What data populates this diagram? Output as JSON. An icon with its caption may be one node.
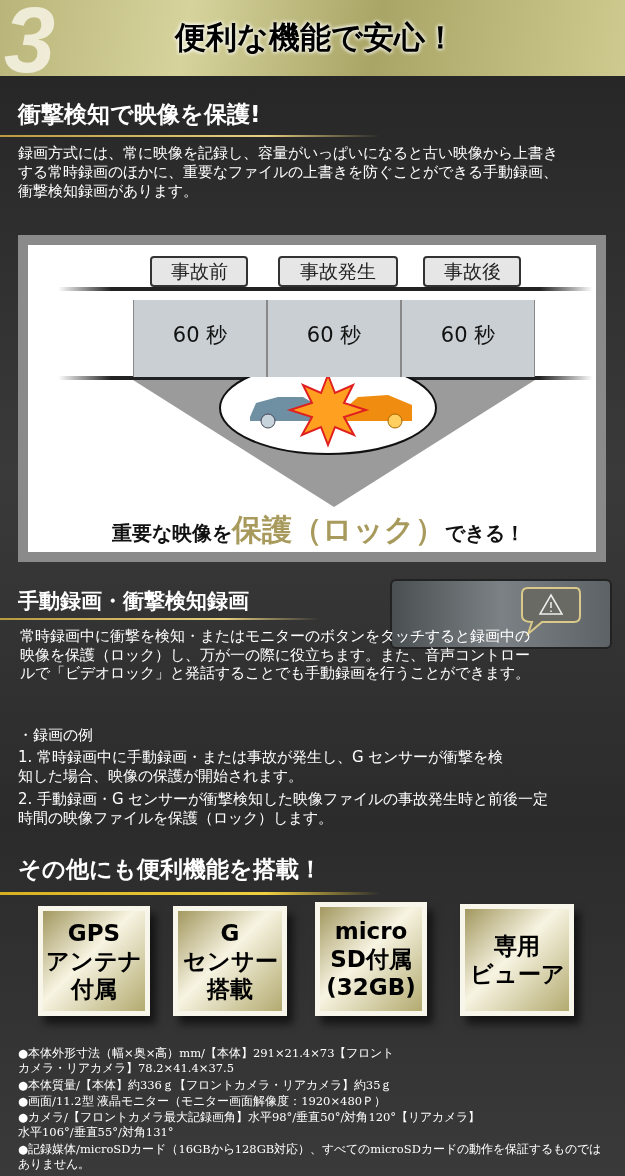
{
  "diagram": {
    "title": "便利な機能で安心！",
    "nodes": [
      {
        "text": [
          "重要な映像を**保護（ロック）**できる！"
        ]
      },
      {
        "text": [
          "事故前"
        ],
        "in": 0
      },
      {
        "text": [
          "事故発生"
        ],
        "in": 0
      },
      {
        "text": [
          "事故後"
        ],
        "in": 0
      },
      {
        "text": [
          "60 秒"
        ],
        "in": 0
      },
      {
        "text": [
          "60 秒"
        ],
        "in": 0
      },
      {
        "text": [
          "60 秒"
        ],
        "in": 0
      },
      {
        "text": [
          "GPSアンテナ付属"
        ]
      },
      {
        "text": [
          "Gセンサー搭載"
        ]
      },
      {
        "text": [
          "micro SD付属 (32GB)"
        ]
      },
      {
        "text": [
          "専用ビューア"
        ]
      }
    ],
    "labels": [
      "3",
      "衝撃検知で映像を保護!",
      "録画方式には、常に映像を記録し、容量がいっぱいになると古い映像から上書きする常時録画のほかに、重要なファイルの上書きを防ぐことができる手動録画、衝撃検知録画があります。",
      "手動録画・衝撃検知録画",
      "常時録画中に衝撃を検知・またはモニターのボタンをタッチすると録画中の映像を保護（ロック）し、万が一の際に役立ちます。また、音声コントロールで「ビデオロック」と発話することでも手動録画を行うことができます。",
      "・録画の例",
      "1. 常時録画中に手動録画・または事故が発生し、G センサーが衝撃を検知した場合、映像の保護が開始されます。",
      "2. 手動録画・G センサーが衝撃検知した映像ファイルの事故発生時と前後一定時間の映像ファイルを保護（ロック）します。",
      "その他にも便利機能を搭載！",
      "●本体外形寸法（幅×奥×高）mm/【本体】291×21.4×73【フロントカメラ・リアカメラ】78.2×41.4×37.5",
      "●本体質量/【本体】約336ｇ【フロントカメラ・リアカメラ】約35ｇ",
      "●画面/11.2型 液晶モニター（モニター画面解像度：1920×480Ｐ）",
      "●カメラ/【フロントカメラ最大記録画角】水平98°/垂直50°/対角120°【リアカメラ】水平106°/垂直55°/対角131°",
      "●記録媒体/microSDカード（16GBから128GB対応）、すべてのmicroSDカードの動作を保証するものではありません。"
    ]
  }
}
